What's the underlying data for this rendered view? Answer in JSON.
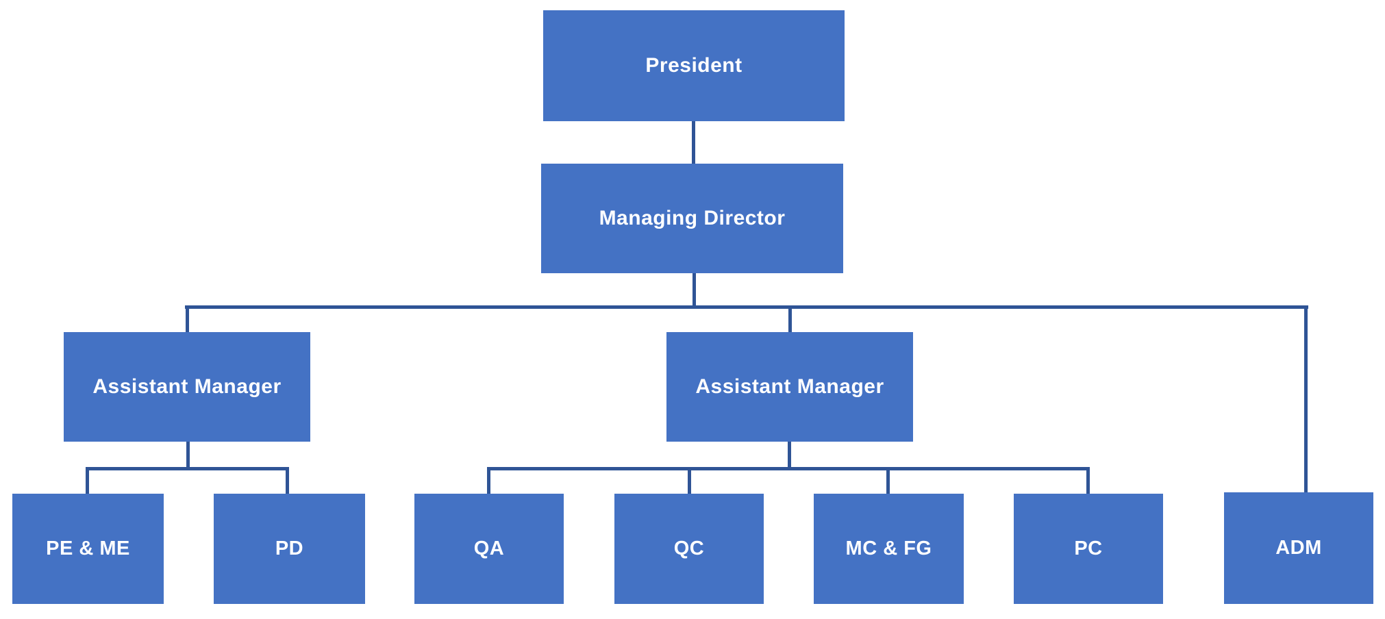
{
  "org_chart": {
    "type": "org-chart-diagram",
    "colors": {
      "node_fill": "#4472C4",
      "connector": "#2F5496",
      "node_text": "#FFFFFF",
      "background": "#FFFFFF"
    },
    "nodes": {
      "president": {
        "label": "President"
      },
      "managing_director": {
        "label": "Managing Director"
      },
      "assistant_manager_left": {
        "label": "Assistant Manager"
      },
      "assistant_manager_right": {
        "label": "Assistant Manager"
      },
      "pe_me": {
        "label": "PE & ME"
      },
      "pd": {
        "label": "PD"
      },
      "qa": {
        "label": "QA"
      },
      "qc": {
        "label": "QC"
      },
      "mc_fg": {
        "label": "MC & FG"
      },
      "pc": {
        "label": "PC"
      },
      "adm": {
        "label": "ADM"
      }
    },
    "hierarchy": [
      {
        "parent": "President",
        "children": [
          "Managing Director"
        ]
      },
      {
        "parent": "Managing Director",
        "children": [
          "Assistant Manager (left)",
          "Assistant Manager (right)",
          "ADM"
        ]
      },
      {
        "parent": "Assistant Manager (left)",
        "children": [
          "PE & ME",
          "PD"
        ]
      },
      {
        "parent": "Assistant Manager (right)",
        "children": [
          "QA",
          "QC",
          "MC & FG",
          "PC"
        ]
      }
    ]
  }
}
